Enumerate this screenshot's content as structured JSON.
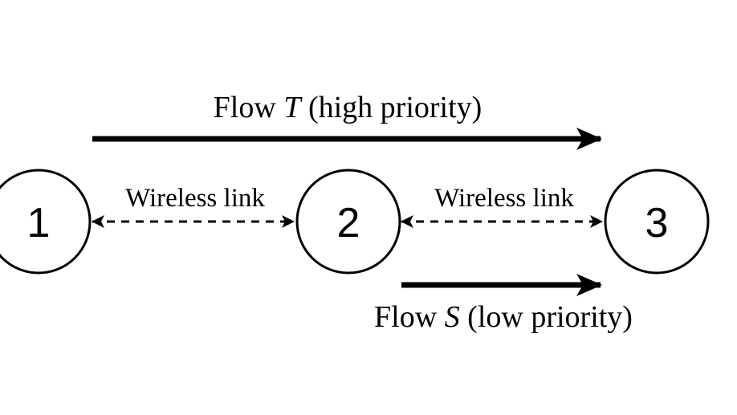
{
  "flows": {
    "high": {
      "prefix": "Flow ",
      "name": "T",
      "suffix": " (high priority)"
    },
    "low": {
      "prefix": "Flow ",
      "name": "S",
      "suffix": " (low priority)"
    }
  },
  "nodes": [
    {
      "label": "1"
    },
    {
      "label": "2"
    },
    {
      "label": "3"
    }
  ],
  "links": [
    {
      "label": "Wireless link"
    },
    {
      "label": "Wireless link"
    }
  ]
}
